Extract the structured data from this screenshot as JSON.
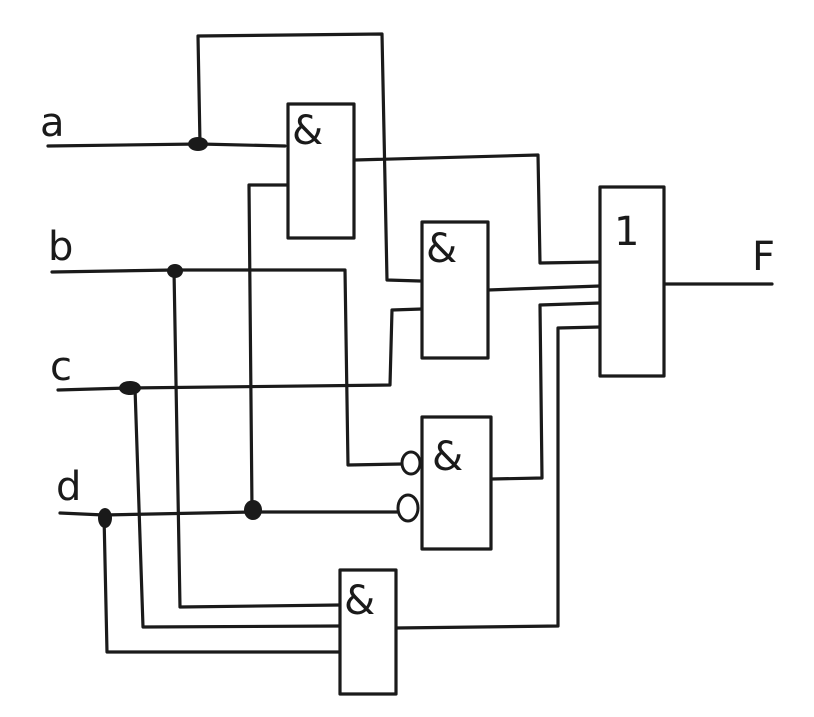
{
  "inputs": [
    {
      "id": "a",
      "label": "a"
    },
    {
      "id": "b",
      "label": "b"
    },
    {
      "id": "c",
      "label": "c"
    },
    {
      "id": "d",
      "label": "d"
    }
  ],
  "output": {
    "label": "F"
  },
  "gates": [
    {
      "id": "and1",
      "symbol": "&"
    },
    {
      "id": "and2",
      "symbol": "&"
    },
    {
      "id": "and3",
      "symbol": "&"
    },
    {
      "id": "and4",
      "symbol": "&"
    },
    {
      "id": "or1",
      "symbol": "1"
    }
  ],
  "colors": {
    "ink": "#1a1a1a",
    "background": "#ffffff"
  }
}
